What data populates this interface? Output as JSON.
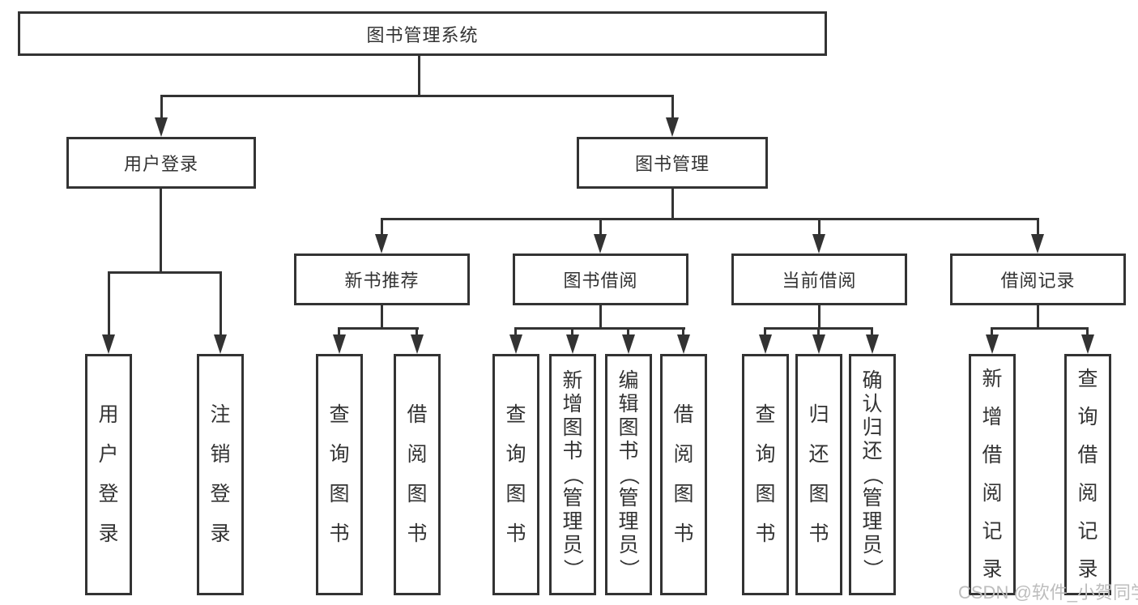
{
  "colors": {
    "line": "#333333",
    "text": "#333333",
    "background": "#ffffff",
    "watermark": "#bdbdbd"
  },
  "watermark": "CSDN @软件_小贺同学",
  "tree": {
    "root": "图书管理系统",
    "branches": [
      {
        "label": "用户登录",
        "leaves": [
          "用户登录",
          "注销登录"
        ]
      },
      {
        "label": "图书管理",
        "groups": [
          {
            "label": "新书推荐",
            "leaves": [
              "查询图书",
              "借阅图书"
            ]
          },
          {
            "label": "图书借阅",
            "leaves": [
              "查询图书",
              "新增图书（管理员）",
              "编辑图书（管理员）",
              "借阅图书"
            ]
          },
          {
            "label": "当前借阅",
            "leaves": [
              "查询图书",
              "归还图书",
              "确认归还（管理员）"
            ]
          },
          {
            "label": "借阅记录",
            "leaves": [
              "新增借阅记录",
              "查询借阅记录"
            ]
          }
        ]
      }
    ]
  }
}
